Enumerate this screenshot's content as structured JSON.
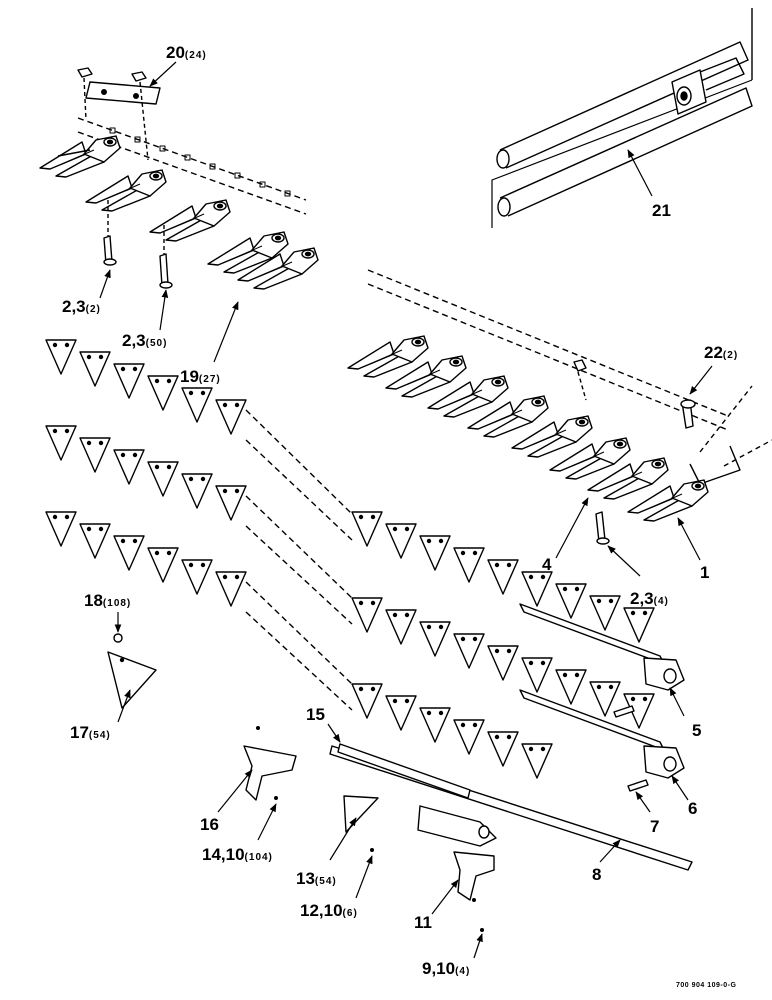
{
  "callouts": [
    {
      "id": "c20",
      "num": "20",
      "qty": "(24)"
    },
    {
      "id": "c21",
      "num": "21",
      "qty": ""
    },
    {
      "id": "c2a",
      "num": "2,3",
      "qty": "(2)"
    },
    {
      "id": "c2b",
      "num": "2,3",
      "qty": "(50)"
    },
    {
      "id": "c19",
      "num": "19",
      "qty": "(27)"
    },
    {
      "id": "c22",
      "num": "22",
      "qty": "(2)"
    },
    {
      "id": "c4",
      "num": "4",
      "qty": ""
    },
    {
      "id": "c2c",
      "num": "2,3",
      "qty": "(4)"
    },
    {
      "id": "c1",
      "num": "1",
      "qty": ""
    },
    {
      "id": "c18",
      "num": "18",
      "qty": "(108)"
    },
    {
      "id": "c17",
      "num": "17",
      "qty": "(54)"
    },
    {
      "id": "c5",
      "num": "5",
      "qty": ""
    },
    {
      "id": "c15",
      "num": "15",
      "qty": ""
    },
    {
      "id": "c6",
      "num": "6",
      "qty": ""
    },
    {
      "id": "c7",
      "num": "7",
      "qty": ""
    },
    {
      "id": "c16",
      "num": "16",
      "qty": ""
    },
    {
      "id": "c14",
      "num": "14,10",
      "qty": "(104)"
    },
    {
      "id": "c8",
      "num": "8",
      "qty": ""
    },
    {
      "id": "c13",
      "num": "13",
      "qty": "(54)"
    },
    {
      "id": "c12",
      "num": "12,10",
      "qty": "(6)"
    },
    {
      "id": "c11",
      "num": "11",
      "qty": ""
    },
    {
      "id": "c9",
      "num": "9,10",
      "qty": "(4)"
    }
  ],
  "drawing_id": "700 904 109-0-G"
}
